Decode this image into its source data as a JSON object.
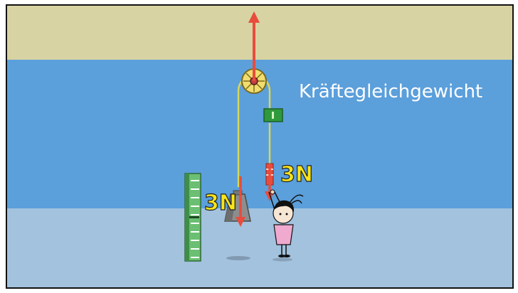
{
  "scene": {
    "title": "Kräftegleichgewicht",
    "force_left": "3N",
    "force_right": "3N",
    "colors": {
      "ceiling": "#d8d3a3",
      "wall": "#5b9fdb",
      "floor": "#a2c2de",
      "arrow": "#e84c3d",
      "rope": "#d6d65a",
      "label": "#f7e41a"
    },
    "icons": [
      "pulley-icon",
      "spring-scale-icon",
      "weight-icon",
      "ruler-icon",
      "girl-figure-icon"
    ]
  }
}
